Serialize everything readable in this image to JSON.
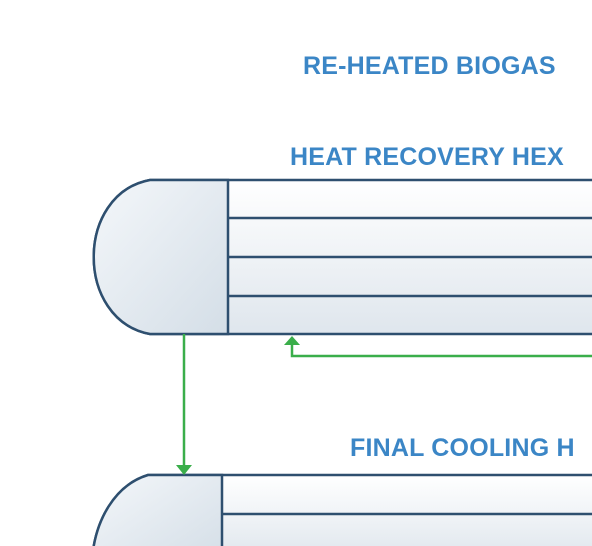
{
  "colors": {
    "label": "#3b86c6",
    "outline": "#2e4f6f",
    "flow": "#3aae4a",
    "shell_fill_light": "#ffffff",
    "shell_fill_dark": "#dde5ec"
  },
  "labels": {
    "reheated_biogas": "RE-HEATED BIOGAS",
    "heat_recovery_hex": "HEAT RECOVERY HEX",
    "final_cooling_hex": "FINAL COOLING H"
  }
}
